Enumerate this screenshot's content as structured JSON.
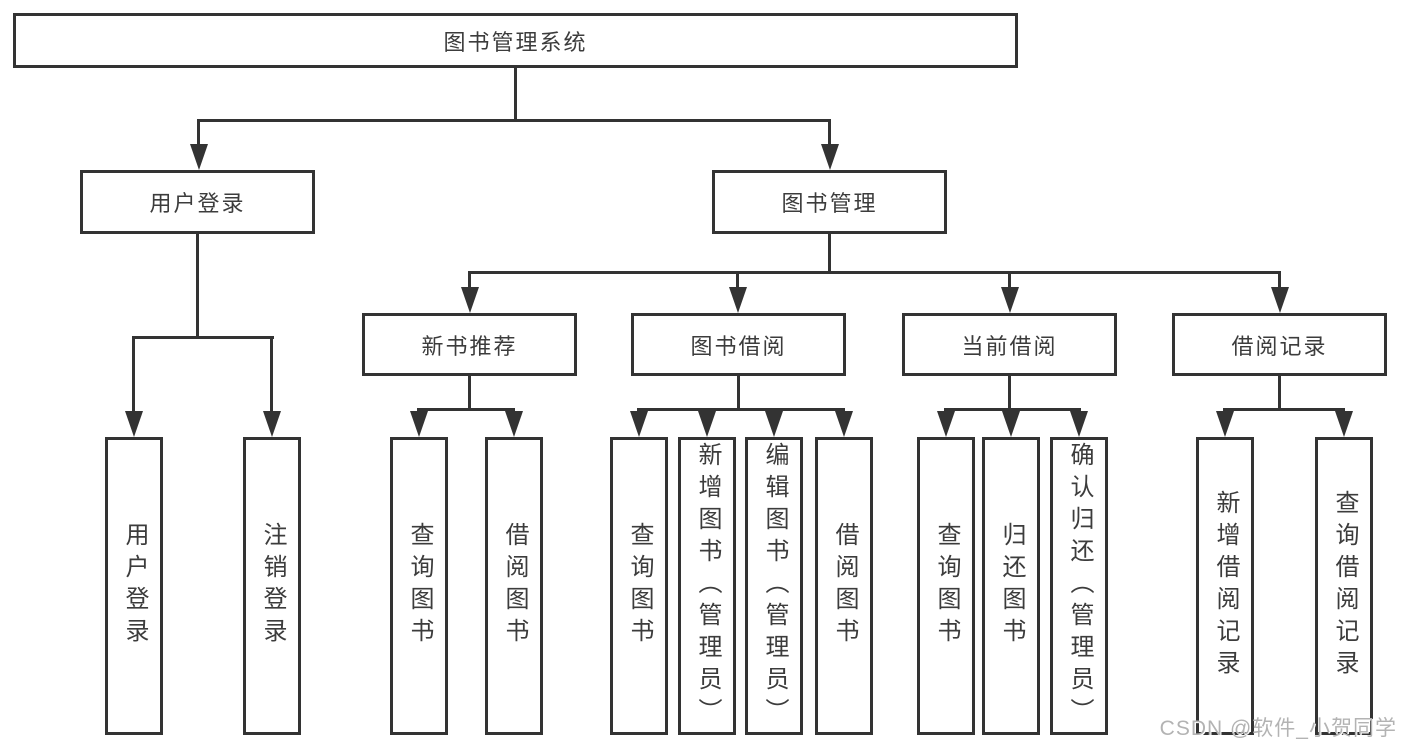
{
  "tree": {
    "root": {
      "label": "图书管理系统",
      "children": [
        {
          "label": "用户登录",
          "children": [
            {
              "label": "用户登录"
            },
            {
              "label": "注销登录"
            }
          ]
        },
        {
          "label": "图书管理",
          "children": [
            {
              "label": "新书推荐",
              "children": [
                {
                  "label": "查询图书"
                },
                {
                  "label": "借阅图书"
                }
              ]
            },
            {
              "label": "图书借阅",
              "children": [
                {
                  "label": "查询图书"
                },
                {
                  "label": "新增图书（管理员）"
                },
                {
                  "label": "编辑图书（管理员）"
                },
                {
                  "label": "借阅图书"
                }
              ]
            },
            {
              "label": "当前借阅",
              "children": [
                {
                  "label": "查询图书"
                },
                {
                  "label": "归还图书"
                },
                {
                  "label": "确认归还（管理员）"
                }
              ]
            },
            {
              "label": "借阅记录",
              "children": [
                {
                  "label": "新增借阅记录"
                },
                {
                  "label": "查询借阅记录"
                }
              ]
            }
          ]
        }
      ]
    }
  },
  "watermark": {
    "text": "CSDN @软件_小贺同学"
  },
  "colors": {
    "line": "#333333",
    "text": "#3c3c3c",
    "watermark": "#b3b3b3",
    "background": "#ffffff"
  }
}
